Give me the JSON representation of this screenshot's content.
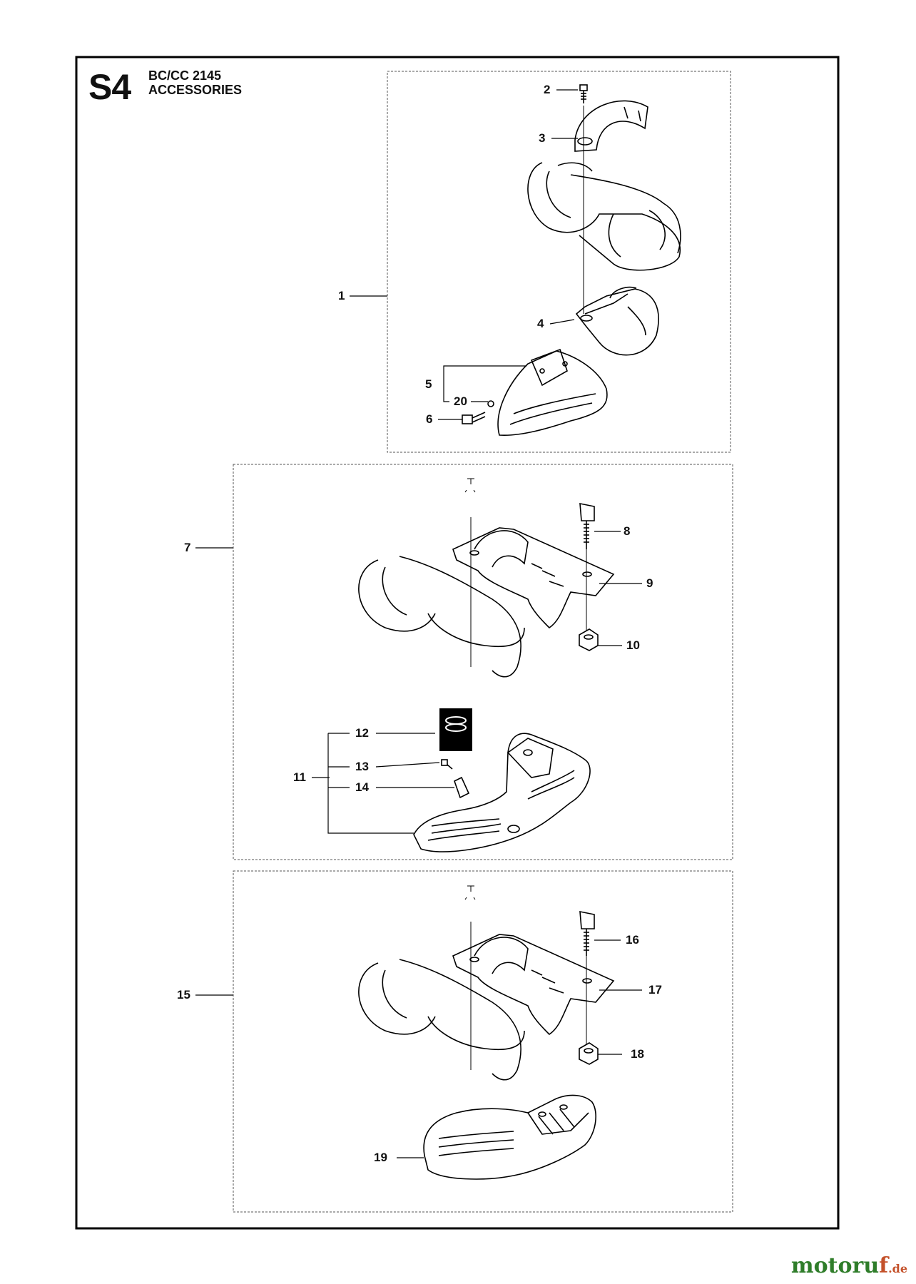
{
  "header": {
    "section_code": "S4",
    "model": "BC/CC 2145",
    "subtitle": "ACCESSORIES"
  },
  "callouts": {
    "c1": "1",
    "c2": "2",
    "c3": "3",
    "c4": "4",
    "c5": "5",
    "c6": "6",
    "c7": "7",
    "c8": "8",
    "c9": "9",
    "c10": "10",
    "c11": "11",
    "c12": "12",
    "c13": "13",
    "c14": "14",
    "c15": "15",
    "c16": "16",
    "c17": "17",
    "c18": "18",
    "c19": "19",
    "c20": "20"
  },
  "watermark": {
    "text_main": "motoru",
    "text_accent": "f",
    "text_tld": ".de",
    "color_main": "#2f7d2a",
    "color_accent": "#c4512a"
  }
}
